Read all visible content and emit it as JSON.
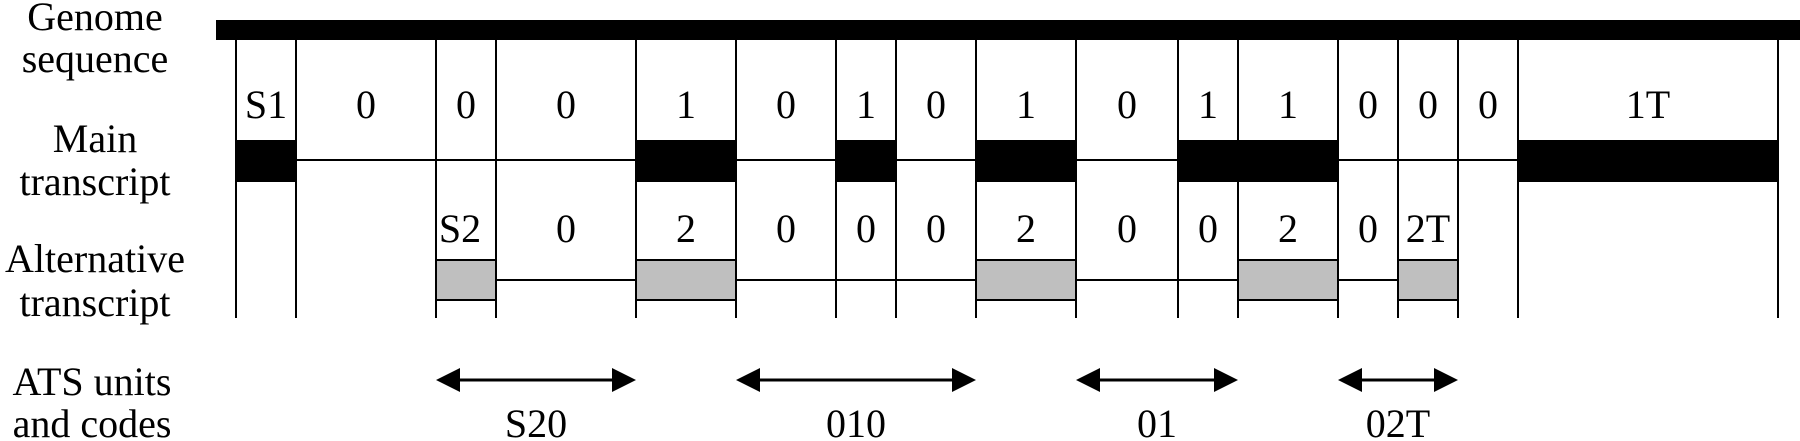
{
  "row_labels": {
    "genome": [
      "Genome",
      "sequence"
    ],
    "main": [
      "Main",
      "transcript"
    ],
    "alt": [
      "Alternative",
      "transcript"
    ],
    "ats": [
      "ATS units",
      "and codes"
    ]
  },
  "main_codes": [
    "S1",
    "0",
    "0",
    "0",
    "1",
    "0",
    "1",
    "0",
    "1",
    "0",
    "1",
    "1",
    "0",
    "0",
    "0",
    "1T"
  ],
  "alt_codes": [
    "S2",
    "0",
    "2",
    "0",
    "0",
    "0",
    "2",
    "0",
    "0",
    "2",
    "0",
    "2T"
  ],
  "ats_codes": [
    "S20",
    "010",
    "01",
    "02T"
  ],
  "colors": {
    "genome_bar": "#000000",
    "main_exon": "#000000",
    "alt_exon": "#bfbfbf",
    "lines": "#000000"
  }
}
